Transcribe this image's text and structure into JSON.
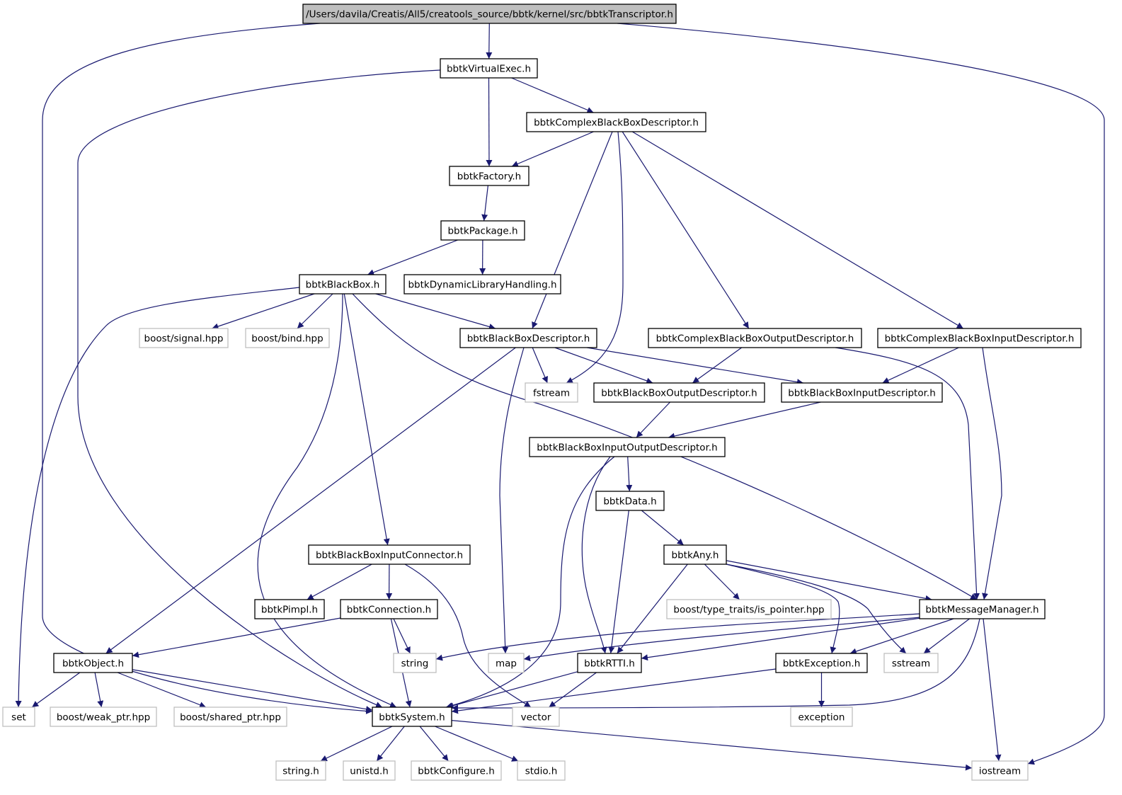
{
  "title": "",
  "colors": {
    "edge": "#191970",
    "node_border": "#000000",
    "system_border": "#bfbfbf",
    "root_fill": "#bfbfbf",
    "node_fill": "#ffffff"
  },
  "nodes": {
    "transcriptor": {
      "label": "/Users/davila/Creatis/All5/creatools_source/bbtk/kernel/src/bbtkTranscriptor.h",
      "kind": "root"
    },
    "virtualexec": {
      "label": "bbtkVirtualExec.h",
      "kind": "header"
    },
    "complexbbdesc": {
      "label": "bbtkComplexBlackBoxDescriptor.h",
      "kind": "header"
    },
    "factory": {
      "label": "bbtkFactory.h",
      "kind": "header"
    },
    "package": {
      "label": "bbtkPackage.h",
      "kind": "header"
    },
    "blackbox": {
      "label": "bbtkBlackBox.h",
      "kind": "header"
    },
    "dynlib": {
      "label": "bbtkDynamicLibraryHandling.h",
      "kind": "header"
    },
    "boostsignal": {
      "label": "boost/signal.hpp",
      "kind": "system"
    },
    "boostbind": {
      "label": "boost/bind.hpp",
      "kind": "system"
    },
    "bbdesc": {
      "label": "bbtkBlackBoxDescriptor.h",
      "kind": "header"
    },
    "cbboutdesc": {
      "label": "bbtkComplexBlackBoxOutputDescriptor.h",
      "kind": "header"
    },
    "cbbindesc": {
      "label": "bbtkComplexBlackBoxInputDescriptor.h",
      "kind": "header"
    },
    "fstream": {
      "label": "fstream",
      "kind": "system"
    },
    "bboutdesc": {
      "label": "bbtkBlackBoxOutputDescriptor.h",
      "kind": "header"
    },
    "bbindesc": {
      "label": "bbtkBlackBoxInputDescriptor.h",
      "kind": "header"
    },
    "bbiodesc": {
      "label": "bbtkBlackBoxInputOutputDescriptor.h",
      "kind": "header"
    },
    "data": {
      "label": "bbtkData.h",
      "kind": "header"
    },
    "any": {
      "label": "bbtkAny.h",
      "kind": "header"
    },
    "inputconn": {
      "label": "bbtkBlackBoxInputConnector.h",
      "kind": "header"
    },
    "pimpl": {
      "label": "bbtkPimpl.h",
      "kind": "header"
    },
    "connection": {
      "label": "bbtkConnection.h",
      "kind": "header"
    },
    "ispointer": {
      "label": "boost/type_traits/is_pointer.hpp",
      "kind": "system"
    },
    "msgmgr": {
      "label": "bbtkMessageManager.h",
      "kind": "header"
    },
    "object": {
      "label": "bbtkObject.h",
      "kind": "header"
    },
    "string": {
      "label": "string",
      "kind": "system"
    },
    "map": {
      "label": "map",
      "kind": "system"
    },
    "rtti": {
      "label": "bbtkRTTI.h",
      "kind": "header"
    },
    "exception_h": {
      "label": "bbtkException.h",
      "kind": "header"
    },
    "sstream": {
      "label": "sstream",
      "kind": "system"
    },
    "set": {
      "label": "set",
      "kind": "system"
    },
    "weakptr": {
      "label": "boost/weak_ptr.hpp",
      "kind": "system"
    },
    "sharedptr": {
      "label": "boost/shared_ptr.hpp",
      "kind": "system"
    },
    "system": {
      "label": "bbtkSystem.h",
      "kind": "header"
    },
    "vector": {
      "label": "vector",
      "kind": "system"
    },
    "exception": {
      "label": "exception",
      "kind": "system"
    },
    "stringh": {
      "label": "string.h",
      "kind": "system"
    },
    "unistd": {
      "label": "unistd.h",
      "kind": "system"
    },
    "configure": {
      "label": "bbtkConfigure.h",
      "kind": "system"
    },
    "stdio": {
      "label": "stdio.h",
      "kind": "system"
    },
    "iostream": {
      "label": "iostream",
      "kind": "system"
    }
  },
  "edges": [
    [
      "transcriptor",
      "virtualexec"
    ],
    [
      "transcriptor",
      "system"
    ],
    [
      "transcriptor",
      "iostream"
    ],
    [
      "virtualexec",
      "factory"
    ],
    [
      "virtualexec",
      "complexbbdesc"
    ],
    [
      "virtualexec",
      "system"
    ],
    [
      "complexbbdesc",
      "factory"
    ],
    [
      "complexbbdesc",
      "bbdesc"
    ],
    [
      "complexbbdesc",
      "fstream"
    ],
    [
      "complexbbdesc",
      "cbboutdesc"
    ],
    [
      "complexbbdesc",
      "cbbindesc"
    ],
    [
      "factory",
      "package"
    ],
    [
      "package",
      "blackbox"
    ],
    [
      "package",
      "dynlib"
    ],
    [
      "blackbox",
      "set"
    ],
    [
      "blackbox",
      "boostsignal"
    ],
    [
      "blackbox",
      "boostbind"
    ],
    [
      "blackbox",
      "bbdesc"
    ],
    [
      "blackbox",
      "system"
    ],
    [
      "blackbox",
      "inputconn"
    ],
    [
      "blackbox",
      "msgmgr"
    ],
    [
      "bbdesc",
      "object"
    ],
    [
      "bbdesc",
      "map"
    ],
    [
      "bbdesc",
      "fstream"
    ],
    [
      "bbdesc",
      "bboutdesc"
    ],
    [
      "bbdesc",
      "bbindesc"
    ],
    [
      "cbboutdesc",
      "bboutdesc"
    ],
    [
      "cbboutdesc",
      "msgmgr"
    ],
    [
      "cbbindesc",
      "bbindesc"
    ],
    [
      "cbbindesc",
      "msgmgr"
    ],
    [
      "bboutdesc",
      "bbiodesc"
    ],
    [
      "bbindesc",
      "bbiodesc"
    ],
    [
      "bbiodesc",
      "data"
    ],
    [
      "bbiodesc",
      "rtti"
    ],
    [
      "bbiodesc",
      "system"
    ],
    [
      "data",
      "any"
    ],
    [
      "data",
      "rtti"
    ],
    [
      "any",
      "ispointer"
    ],
    [
      "any",
      "msgmgr"
    ],
    [
      "any",
      "rtti"
    ],
    [
      "any",
      "exception_h"
    ],
    [
      "any",
      "sstream"
    ],
    [
      "inputconn",
      "pimpl"
    ],
    [
      "inputconn",
      "connection"
    ],
    [
      "inputconn",
      "vector"
    ],
    [
      "connection",
      "object"
    ],
    [
      "connection",
      "string"
    ],
    [
      "connection",
      "system"
    ],
    [
      "msgmgr",
      "string"
    ],
    [
      "msgmgr",
      "map"
    ],
    [
      "msgmgr",
      "rtti"
    ],
    [
      "msgmgr",
      "exception_h"
    ],
    [
      "msgmgr",
      "sstream"
    ],
    [
      "msgmgr",
      "iostream"
    ],
    [
      "msgmgr",
      "system"
    ],
    [
      "object",
      "set"
    ],
    [
      "object",
      "weakptr"
    ],
    [
      "object",
      "sharedptr"
    ],
    [
      "object",
      "system"
    ],
    [
      "rtti",
      "system"
    ],
    [
      "rtti",
      "vector"
    ],
    [
      "exception_h",
      "exception"
    ],
    [
      "exception_h",
      "system"
    ],
    [
      "system",
      "stringh"
    ],
    [
      "system",
      "unistd"
    ],
    [
      "system",
      "configure"
    ],
    [
      "system",
      "stdio"
    ],
    [
      "system",
      "iostream"
    ]
  ]
}
